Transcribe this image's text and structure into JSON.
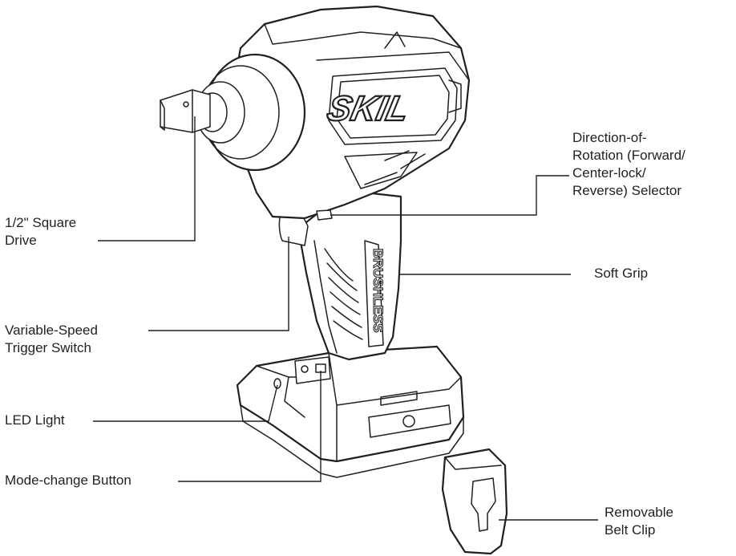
{
  "brand_logo": "SKIL",
  "grip_label": "BRUSHLESS",
  "callouts": {
    "direction_selector": [
      "Direction-of-",
      "Rotation (Forward/",
      "Center-lock/",
      "Reverse) Selector"
    ],
    "square_drive": [
      "1/2\" Square",
      "Drive"
    ],
    "soft_grip": [
      "Soft Grip"
    ],
    "trigger_switch": [
      "Variable-Speed",
      "Trigger Switch"
    ],
    "led_light": [
      "LED Light"
    ],
    "mode_button": [
      "Mode-change Button"
    ],
    "belt_clip": [
      "Removable",
      "Belt Clip"
    ]
  }
}
